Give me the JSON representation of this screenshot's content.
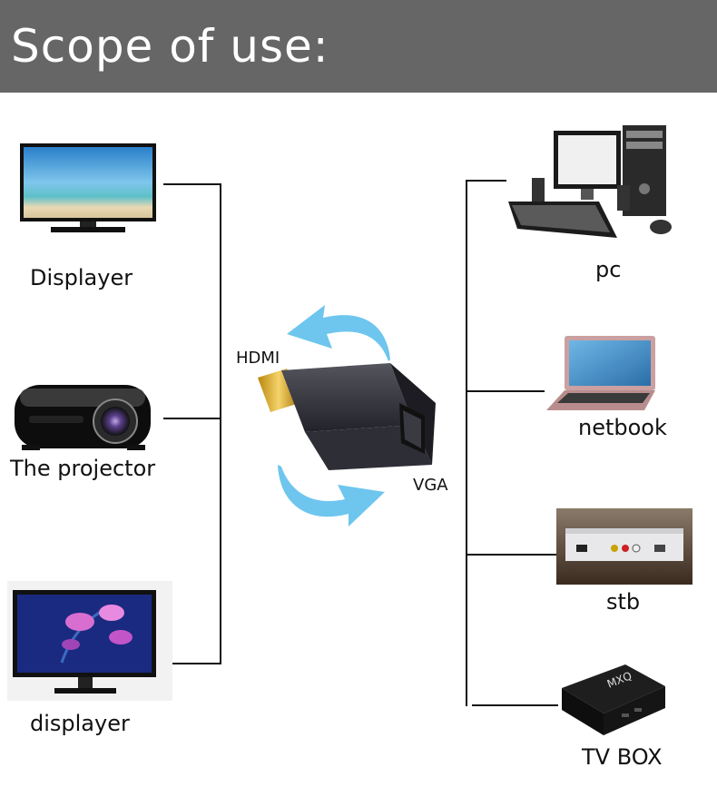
{
  "header": {
    "title": "Scope of use:"
  },
  "center": {
    "hdmi_label": "HDMI",
    "vga_label": "VGA"
  },
  "left_devices": [
    {
      "label": "Displayer",
      "icon": "tv-icon"
    },
    {
      "label": "The projector",
      "icon": "projector-icon"
    },
    {
      "label": "displayer",
      "icon": "monitor-icon"
    }
  ],
  "right_devices": [
    {
      "label": "pc",
      "icon": "desktop-pc-icon"
    },
    {
      "label": "netbook",
      "icon": "laptop-icon"
    },
    {
      "label": "stb",
      "icon": "set-top-box-icon"
    },
    {
      "label": "TV BOX",
      "icon": "tv-box-icon"
    }
  ],
  "colors": {
    "header_bg": "#666666",
    "arrow": "#6ec6ee",
    "line": "#111111"
  }
}
